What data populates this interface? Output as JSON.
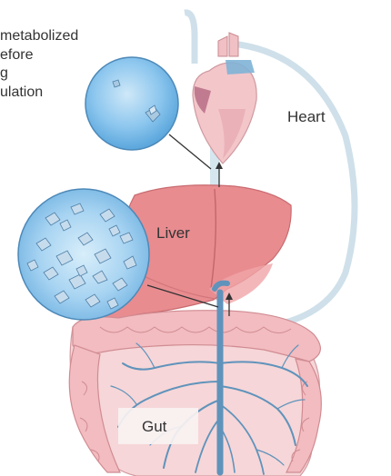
{
  "caption": {
    "lines": [
      "metabolized",
      "efore",
      "g",
      "ulation"
    ]
  },
  "labels": {
    "heart": "Heart",
    "liver": "Liver",
    "gut": "Gut"
  },
  "colors": {
    "vessel": "#6a9cc0",
    "vessel_light": "#cfe0ea",
    "heart": "#f2c4c8",
    "liver": "#e58a8e",
    "intestine": "#f3c2c6",
    "intestine_edge": "#d7959a",
    "circle_fill": "#6db3e6",
    "circle_edge": "#4d89b8"
  }
}
